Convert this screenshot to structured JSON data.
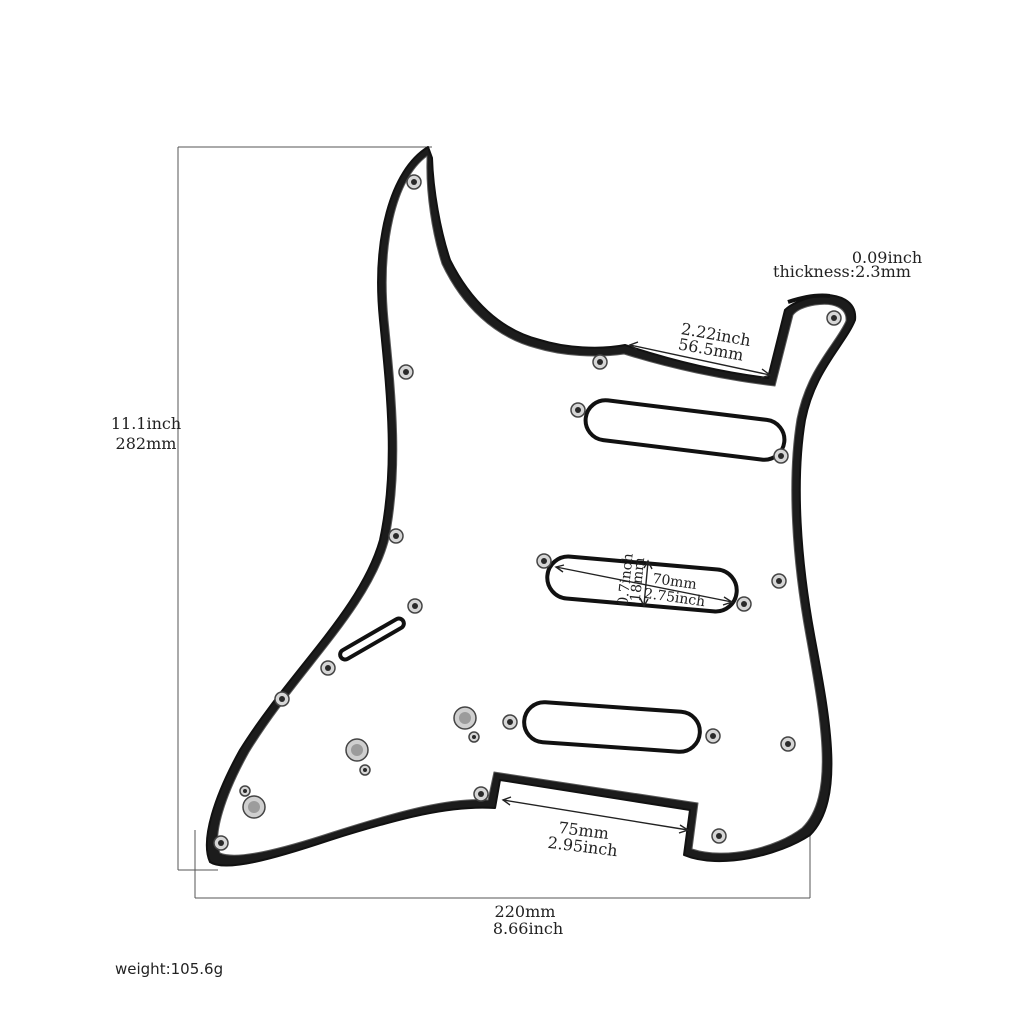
{
  "dimensions": {
    "height_inch": "11.1inch",
    "height_mm": "282mm",
    "width_mm": "220mm",
    "width_inch": "8.66inch",
    "thickness_inch": "0.09inch",
    "thickness_mm": "thickness:2.3mm",
    "horn_gap_inch": "2.22inch",
    "horn_gap_mm": "56.5mm",
    "pickup_width_inch": "0.7inch",
    "pickup_width_mm": "18mm",
    "pickup_length_mm": "70mm",
    "pickup_length_inch": "2.75inch",
    "bottom_cutout_mm": "75mm",
    "bottom_cutout_inch": "2.95inch"
  },
  "weight": "weight:105.6g",
  "colors": {
    "outline": "#111111",
    "background": "#ffffff",
    "screw": "#d6d6d6"
  }
}
